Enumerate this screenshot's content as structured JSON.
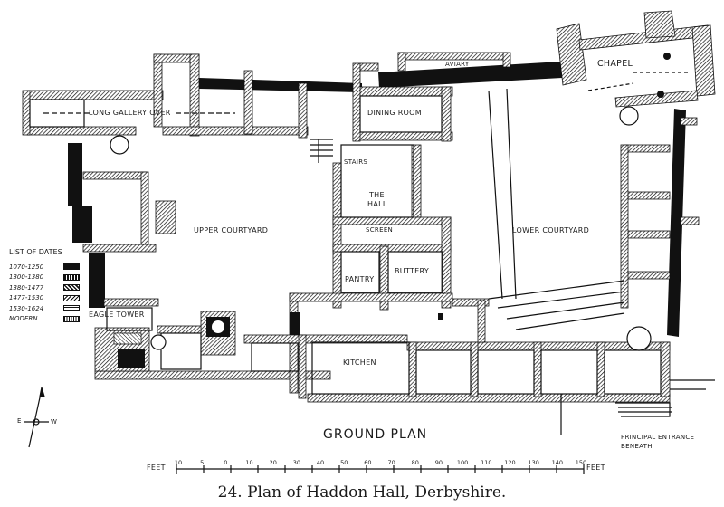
{
  "caption": "24. Plan of Haddon Hall, Derbyshire.",
  "plan_title": "GROUND PLAN",
  "rooms": {
    "long_gallery": "LONG GALLERY OVER",
    "dining_room": "DINING ROOM",
    "aviary": "AVIARY",
    "chapel": "CHAPEL",
    "stairs": "STAIRS",
    "the_hall_line1": "THE",
    "the_hall_line2": "HALL",
    "screen": "SCREEN",
    "upper_courtyard": "UPPER COURTYARD",
    "lower_courtyard": "LOWER COURTYARD",
    "pantry": "PANTRY",
    "buttery": "BUTTERY",
    "eagle_tower": "EAGLE TOWER",
    "kitchen": "KITCHEN",
    "principal_entrance_line1": "PRINCIPAL ENTRANCE",
    "principal_entrance_line2": "BENEATH"
  },
  "legend": {
    "title": "LIST OF DATES",
    "entries": [
      "1070-1250",
      "1300-1380",
      "1380-1477",
      "1477-1530",
      "1530-1624",
      "MODERN"
    ]
  },
  "compass": {
    "east": "E",
    "west": "W"
  },
  "scale": {
    "left_label": "FEET",
    "right_label": "FEET",
    "ticks": [
      "10",
      "5",
      "0",
      "10",
      "20",
      "30",
      "40",
      "50",
      "60",
      "70",
      "80",
      "90",
      "100",
      "110",
      "120",
      "130",
      "140",
      "150"
    ]
  }
}
